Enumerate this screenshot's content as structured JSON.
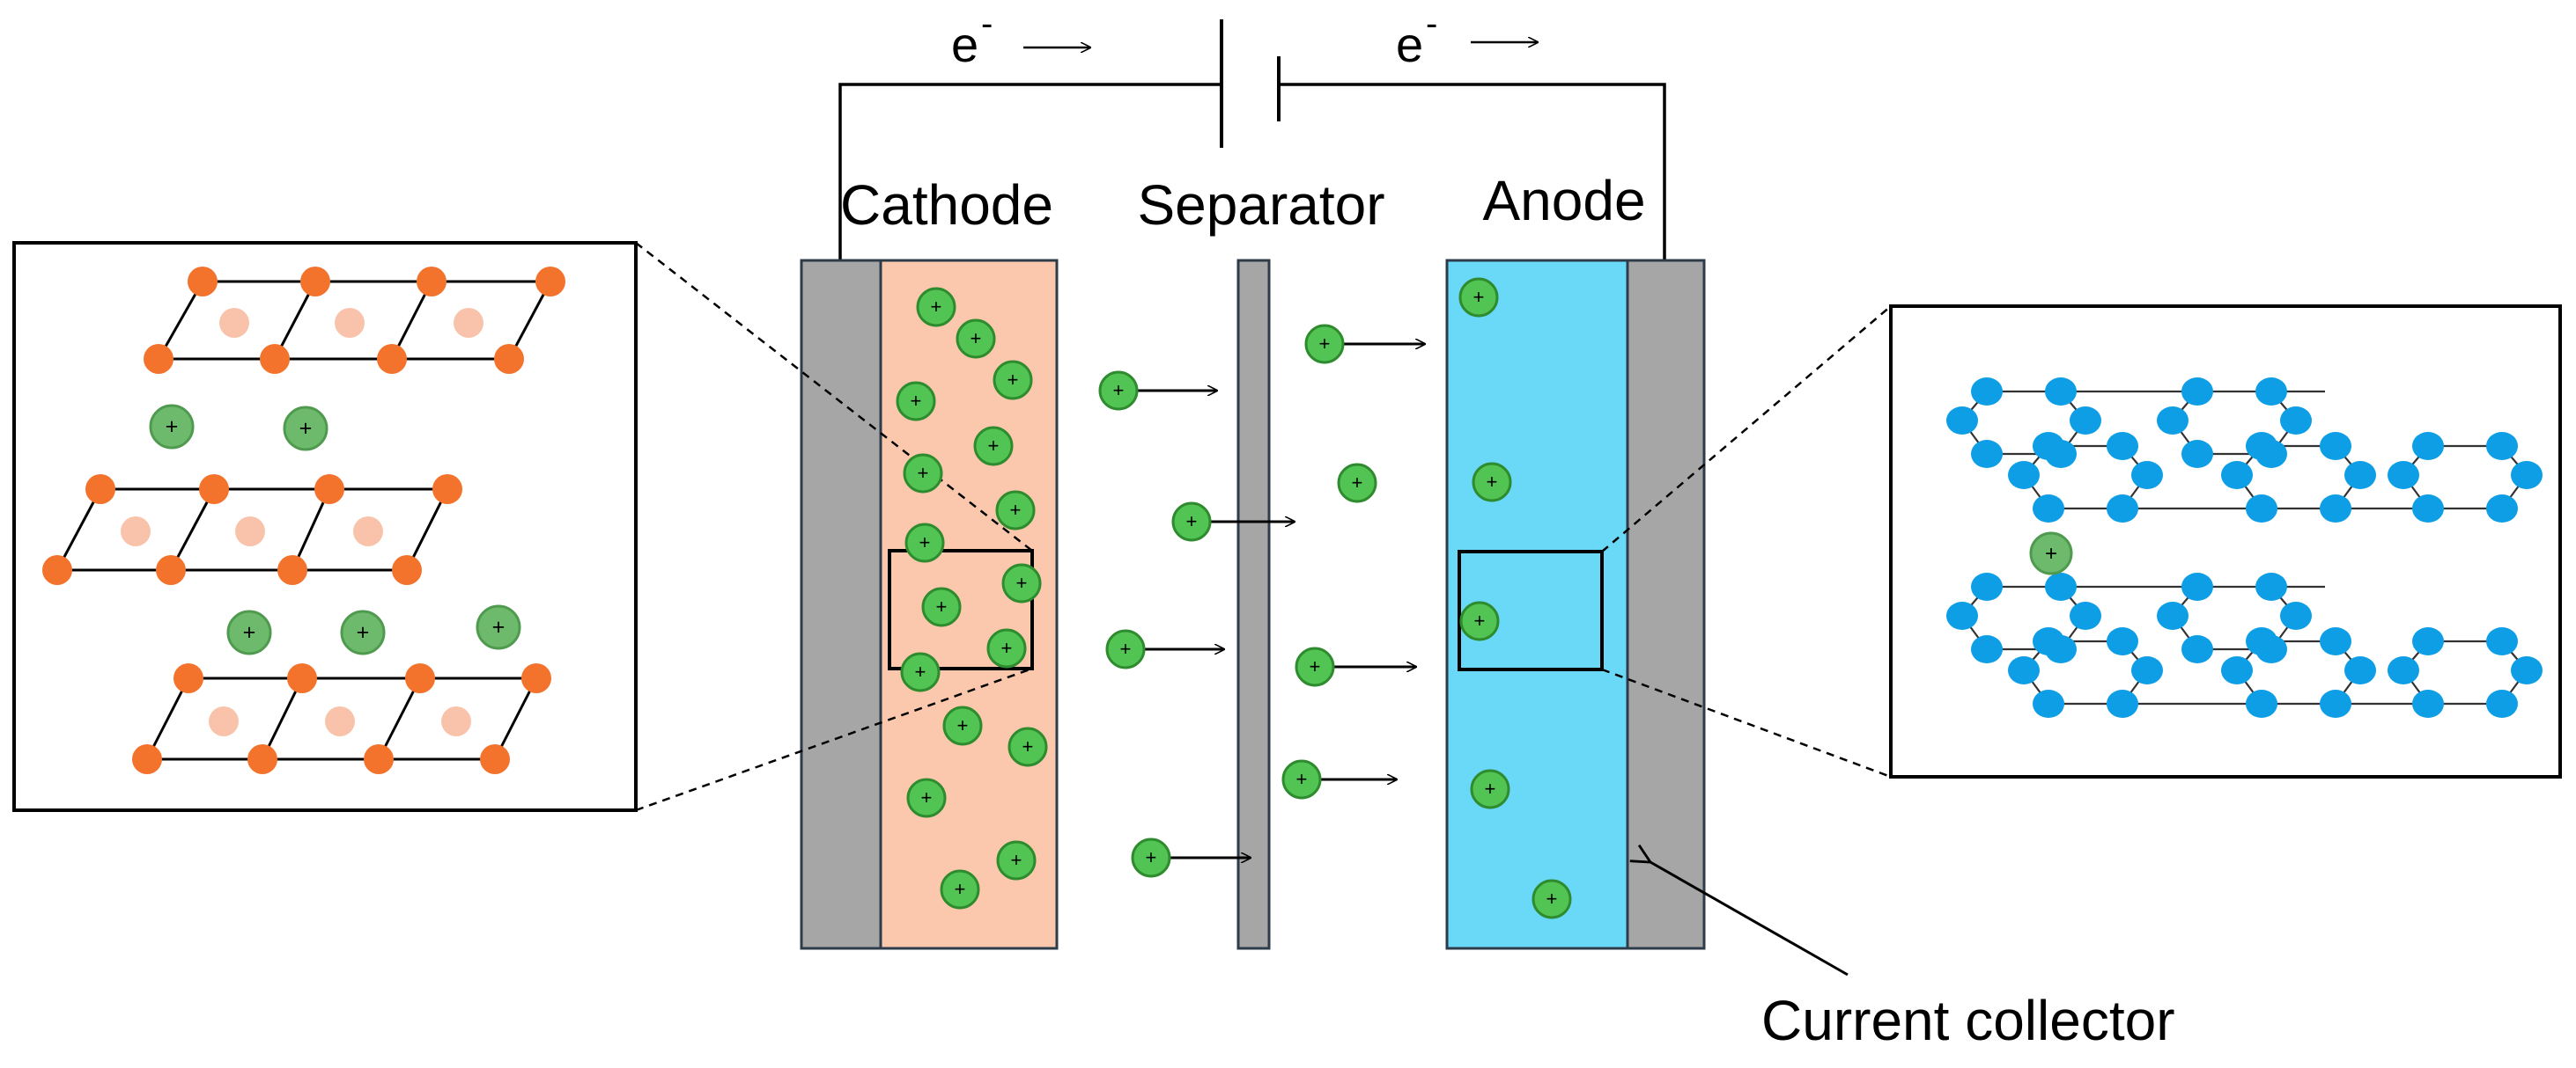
{
  "labels": {
    "electron_left": "e",
    "electron_right": "e",
    "electron_charge": "-",
    "cathode": "Cathode",
    "separator": "Separator",
    "anode": "Anode",
    "current_collector": "Current collector",
    "ion_sign": "+"
  },
  "colors": {
    "collector_gray": "#a6a6a6",
    "separator_gray": "#a6a6a6",
    "cathode_fill": "#fbc8ad",
    "anode_fill": "#6ad8f7",
    "ion_fill": "#52c453",
    "ion_stroke": "#2e8b2e",
    "ion_faded_fill": "#6dba6d",
    "orange_atom": "#f3722c",
    "orange_faded": "#f9c3ab",
    "graphite_atom": "#0d9ee6",
    "line": "#000000"
  }
}
